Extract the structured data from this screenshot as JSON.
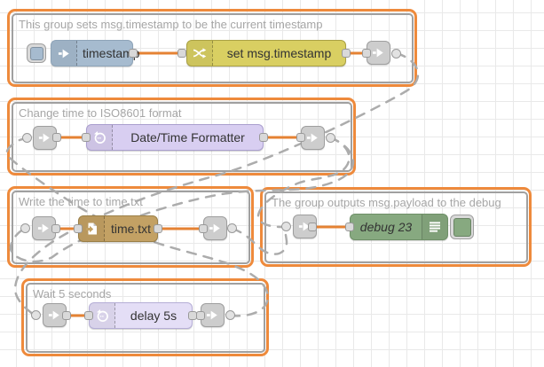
{
  "app": {
    "name": "Node-RED flow editor canvas"
  },
  "canvas": {
    "background": "#ffffff",
    "grid_color": "#e9e9e9",
    "grid_size": 20
  },
  "palette": {
    "wire_color": "#e58233",
    "link_wire_color": "#acacac",
    "group_border_color": "#ee8a3c",
    "group_inner_border_color": "#a0a0a0",
    "port_fill": "#d9d9d9",
    "port_border": "#999999",
    "link_node_fill": "#cdcdcd",
    "inject_color": "#a6bbcf",
    "change_color": "#d9cf62",
    "moment_color": "#d8cef1",
    "file_color": "#c3a164",
    "debug_color": "#87a980",
    "delay_color": "#e4def6"
  },
  "groups": [
    {
      "label": "This group sets msg.timestamp to be the current timestamp",
      "nodes": [
        {
          "type": "inject",
          "label": "timestamp"
        },
        {
          "type": "change",
          "label": "set msg.timestamp"
        },
        {
          "type": "link-out",
          "label": ""
        }
      ]
    },
    {
      "label": "Change time to ISO8601 format",
      "nodes": [
        {
          "type": "link-in",
          "label": ""
        },
        {
          "type": "moment",
          "label": "Date/Time Formatter"
        },
        {
          "type": "link-out",
          "label": ""
        }
      ]
    },
    {
      "label": "Write the time to time.txt",
      "nodes": [
        {
          "type": "link-in",
          "label": ""
        },
        {
          "type": "file",
          "label": "time.txt"
        },
        {
          "type": "link-out",
          "label": ""
        }
      ]
    },
    {
      "label": "The group outputs msg.payload to the debug",
      "nodes": [
        {
          "type": "link-in",
          "label": ""
        },
        {
          "type": "debug",
          "label": "debug 23"
        }
      ]
    },
    {
      "label": "Wait 5 seconds",
      "nodes": [
        {
          "type": "link-in",
          "label": ""
        },
        {
          "type": "delay",
          "label": "delay 5s"
        },
        {
          "type": "link-out",
          "label": ""
        }
      ]
    }
  ]
}
